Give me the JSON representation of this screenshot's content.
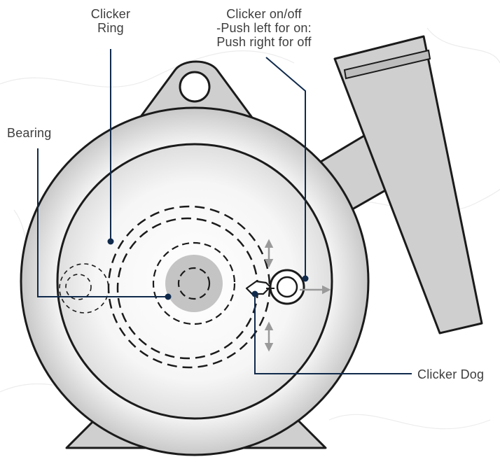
{
  "labels": {
    "clicker_ring": [
      "Clicker",
      "Ring"
    ],
    "clicker_onoff": [
      "Clicker on/off",
      "-Push left for on:",
      "Push right for off"
    ],
    "bearing": "Bearing",
    "clicker_dog": "Clicker Dog"
  },
  "colors": {
    "outline": "#1b1b1b",
    "reel_shade": "#c4c4c4",
    "handle_fill": "#cfcfcf",
    "callout": "#102a4c",
    "arrow": "#9a9a9a",
    "text": "#3d3d3d"
  }
}
